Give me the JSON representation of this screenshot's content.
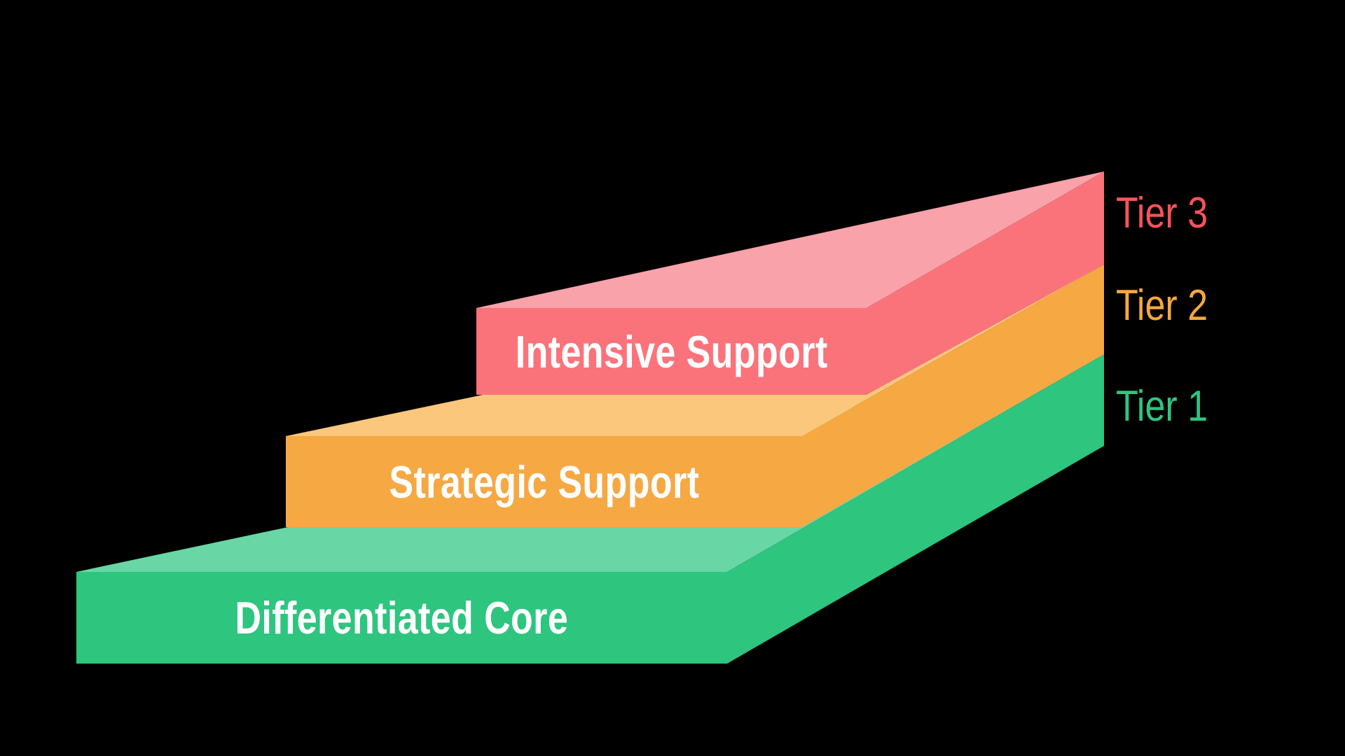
{
  "canvas": {
    "background_color": "#000000",
    "description": "Three-tier stepped support pyramid staircase diagram"
  },
  "diagram": {
    "type": "stepped-staircase",
    "face_text_color": "#FFFFFF",
    "tiers": [
      {
        "id": "tier-1",
        "tier_label": "Tier 1",
        "face_label": "Differentiated Core",
        "front_color": "#2EC57F",
        "top_color": "#69D6A5",
        "tier_label_color": "#2EC57F"
      },
      {
        "id": "tier-2",
        "tier_label": "Tier 2",
        "face_label": "Strategic Support",
        "front_color": "#F6A843",
        "top_color": "#FAC77C",
        "tier_label_color": "#F6A73E"
      },
      {
        "id": "tier-3",
        "tier_label": "Tier 3",
        "face_label": "Intensive Support",
        "front_color": "#FA737B",
        "top_color": "#F9A2A9",
        "tier_label_color": "#F8525C"
      }
    ]
  }
}
